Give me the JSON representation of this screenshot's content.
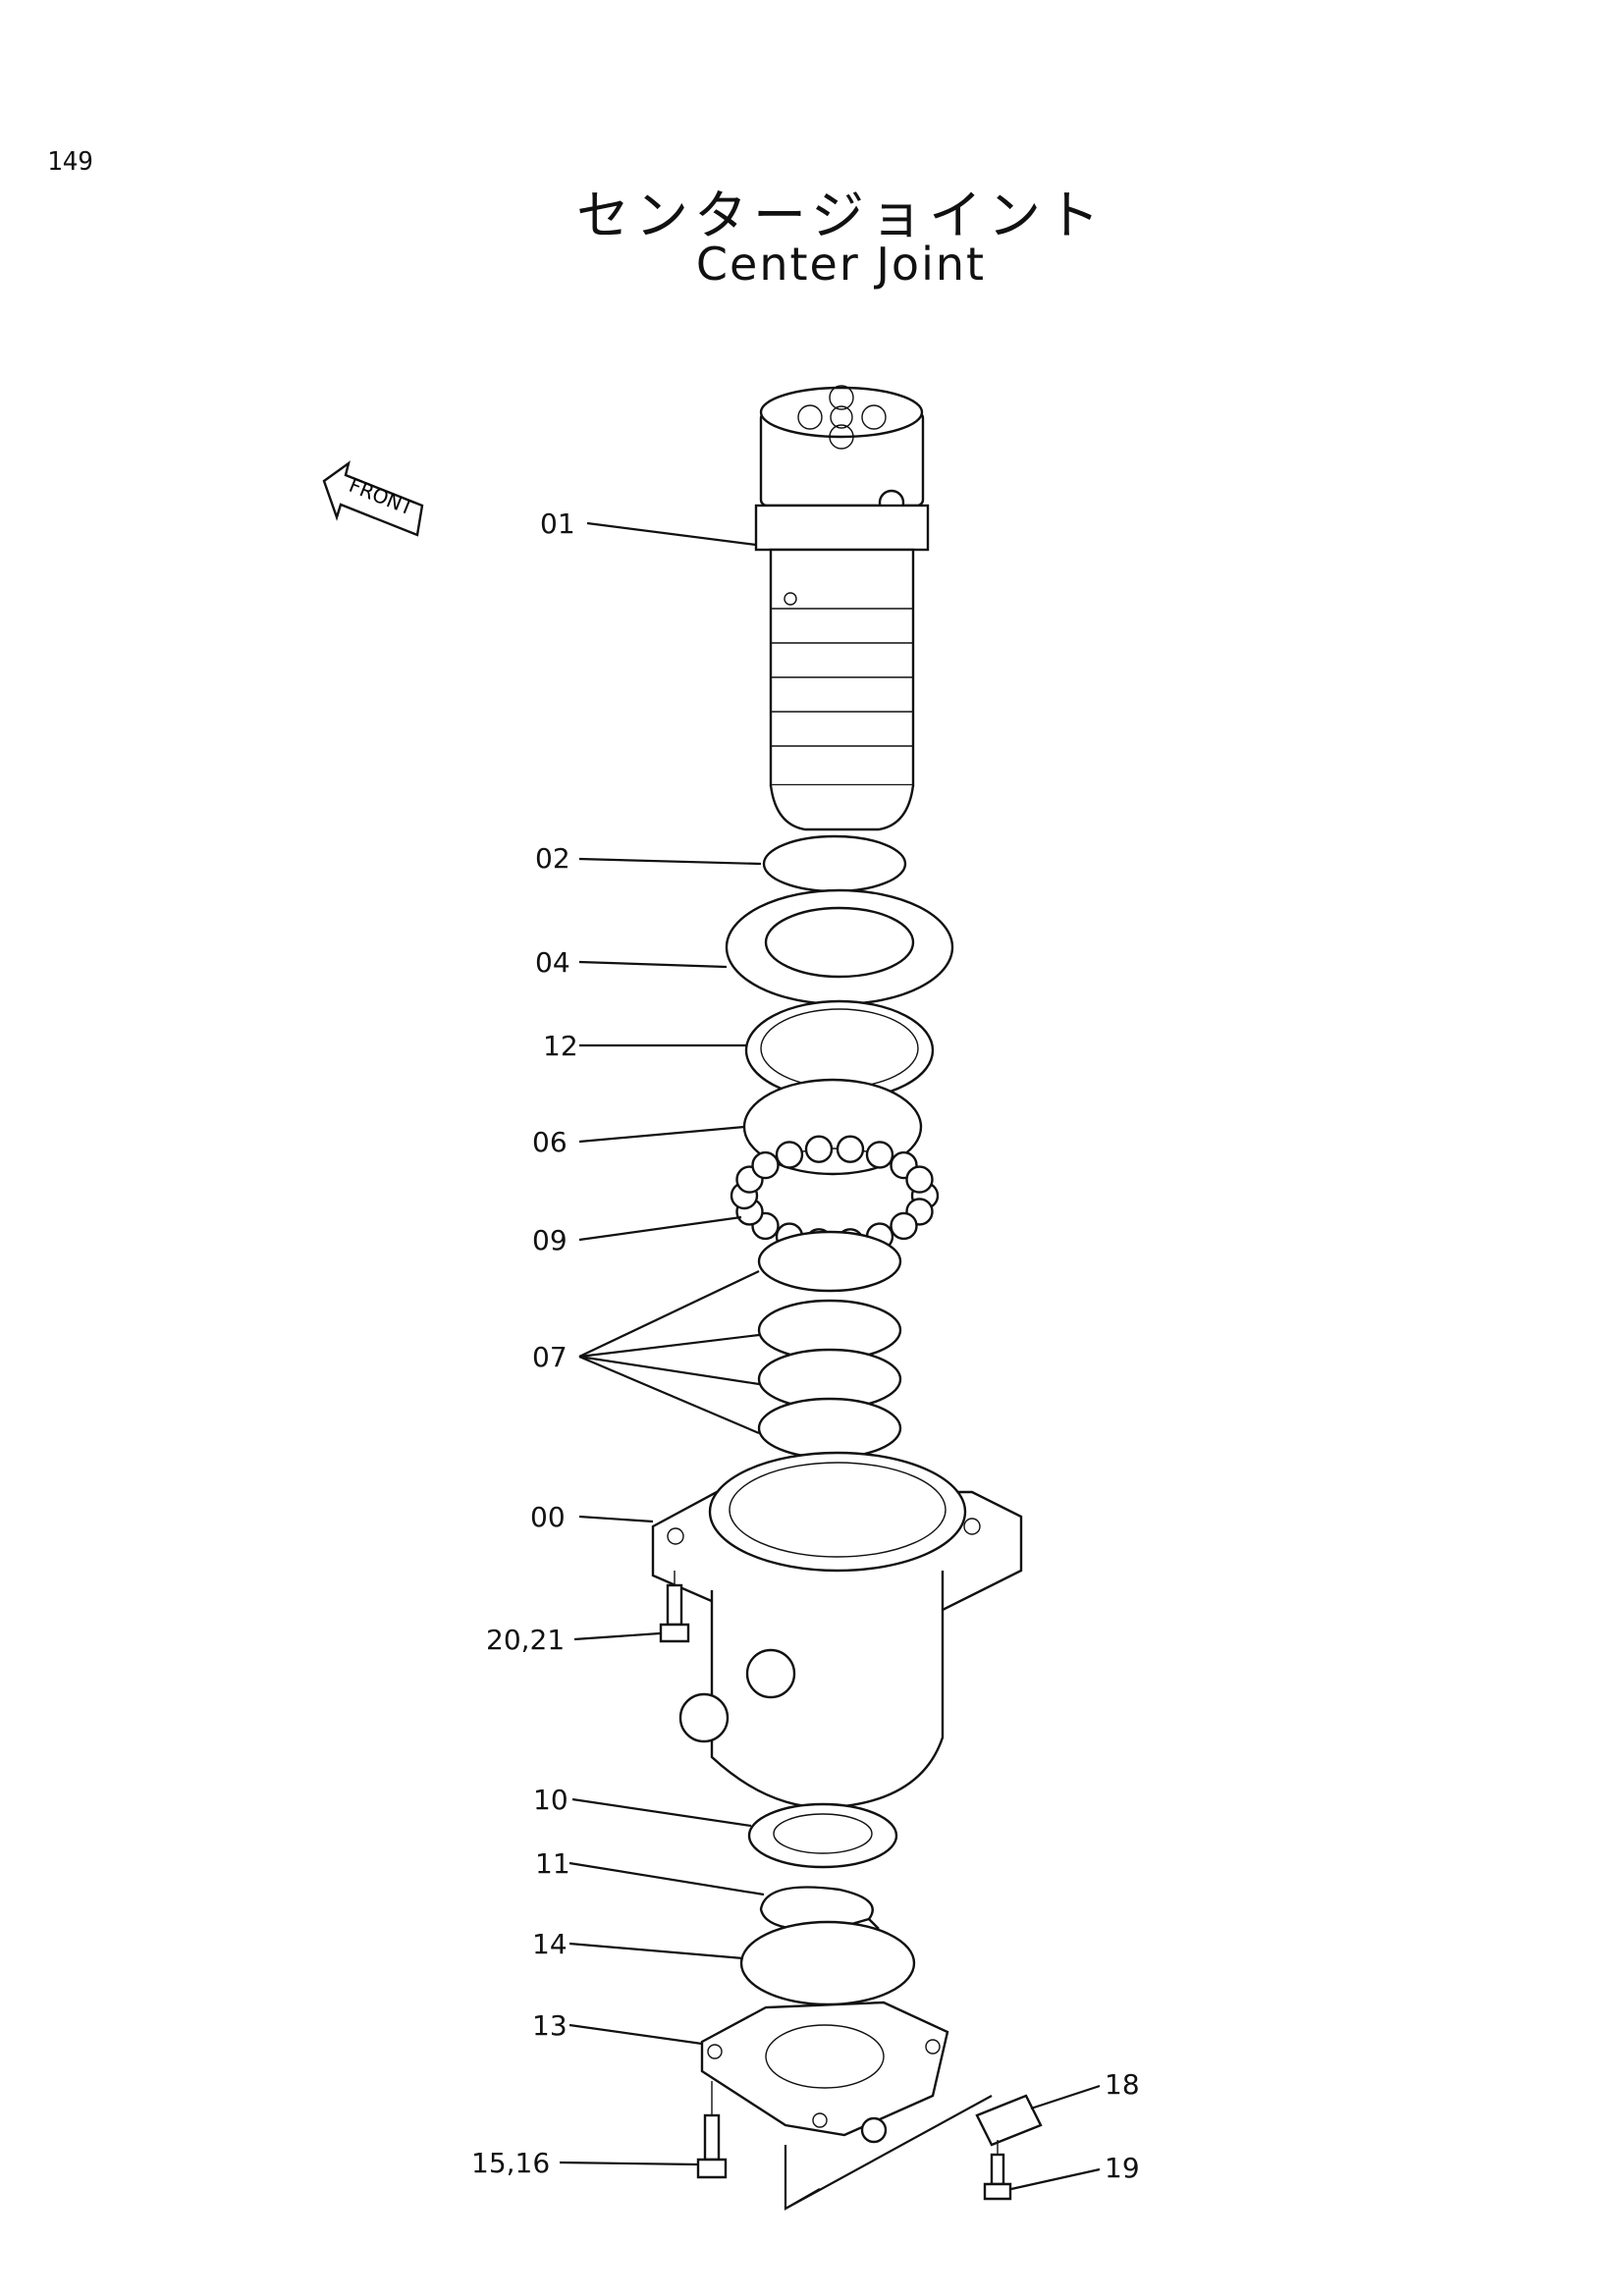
{
  "page": {
    "number": "149",
    "title_ja": "センタージョイント",
    "title_en": "Center Joint"
  },
  "front_marker": {
    "label": "FRONT",
    "icon": "front-arrow-icon"
  },
  "callouts": {
    "c01": "01",
    "c02": "02",
    "c04": "04",
    "c12": "12",
    "c06": "06",
    "c09": "09",
    "c07": "07",
    "c00": "00",
    "c2021": "20,21",
    "c10": "10",
    "c11": "11",
    "c14": "14",
    "c13": "13",
    "c1516": "15,16",
    "c18": "18",
    "c19": "19"
  }
}
